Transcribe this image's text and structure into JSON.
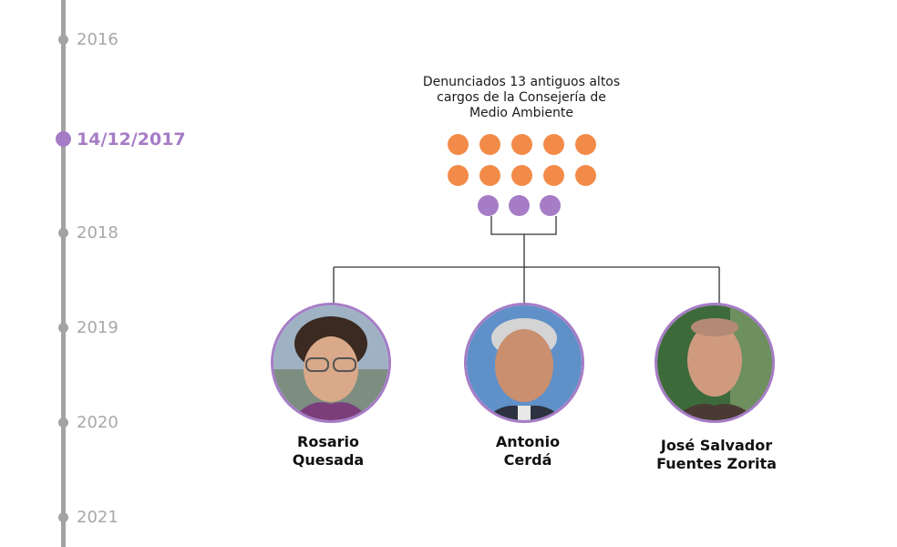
{
  "timeline": [
    {
      "label": "2016",
      "active": false
    },
    {
      "label": "14/12/2017",
      "active": true
    },
    {
      "label": "2018",
      "active": false
    },
    {
      "label": "2019",
      "active": false
    },
    {
      "label": "2020",
      "active": false
    },
    {
      "label": "2021",
      "active": false
    }
  ],
  "caption": {
    "line1": "Denunciados 13 antiguos altos",
    "line2": "cargos de la Consejería de",
    "line3": "Medio Ambiente"
  },
  "colors": {
    "accent": "#a67cc6",
    "orange": "#f28b49",
    "timeline": "#a3a3a3"
  },
  "group": {
    "orange_count": 10,
    "purple_count": 3
  },
  "people": [
    {
      "line1": "Rosario",
      "line2": "Quesada"
    },
    {
      "line1": "Antonio",
      "line2": "Cerdá"
    },
    {
      "line1": "José Salvador",
      "line2": "Fuentes Zorita"
    }
  ]
}
